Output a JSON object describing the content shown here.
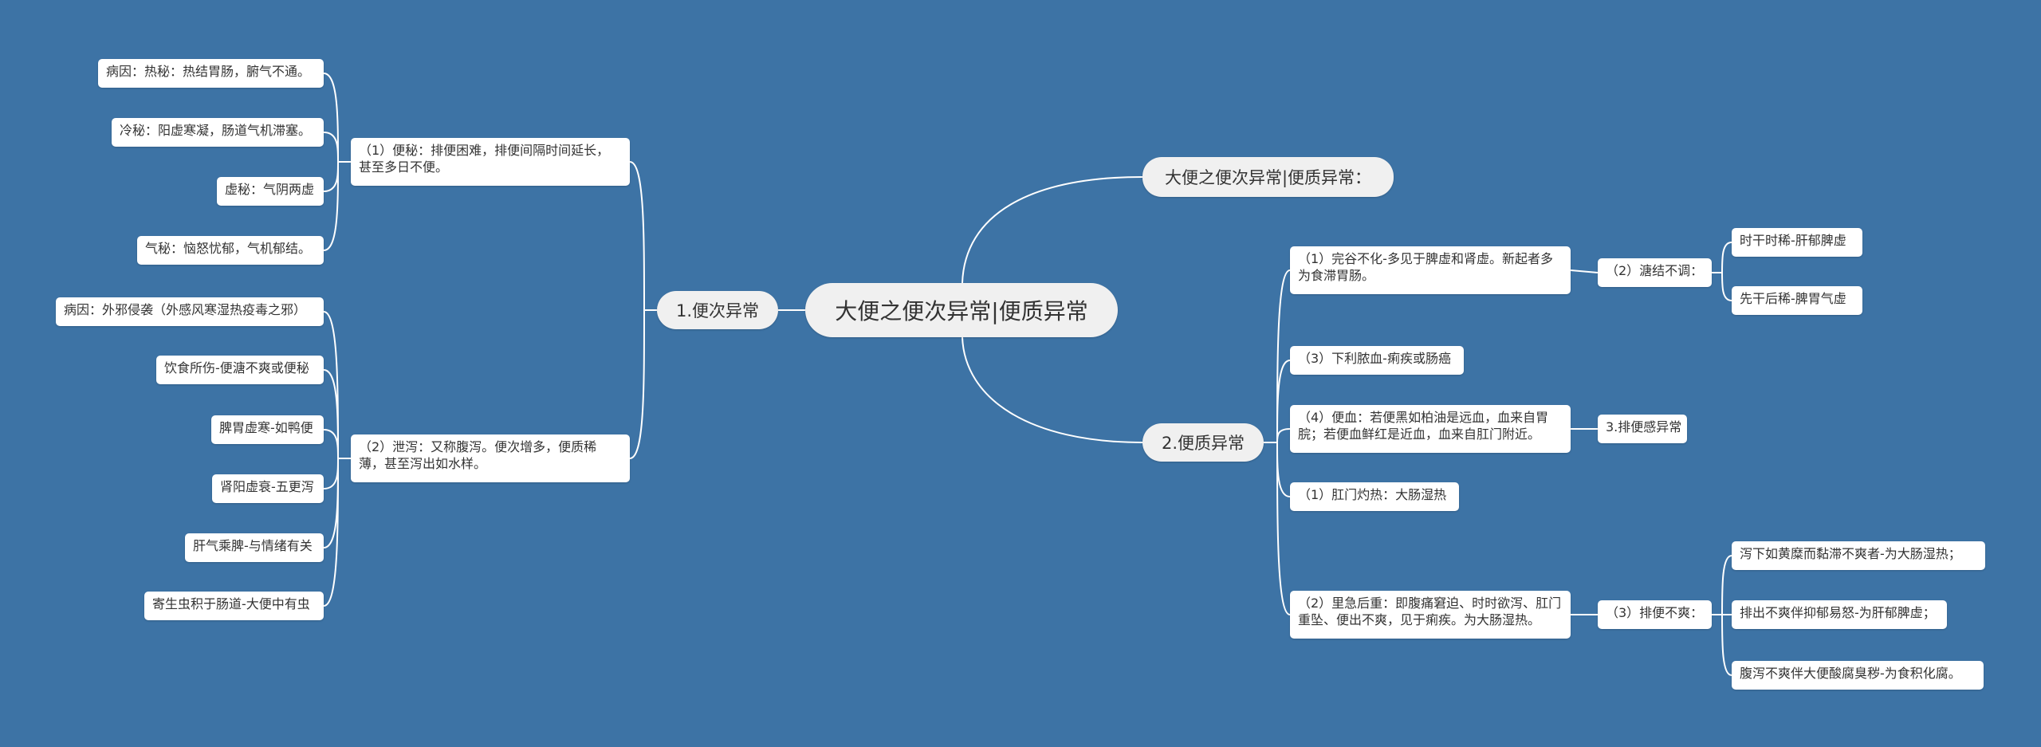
{
  "colors": {
    "background": "#3d73a5",
    "line": "#ffffff",
    "node": "#ffffff",
    "root": "#f0f0f0"
  },
  "root": "大便之便次异常|便质异常",
  "main_title": "大便之便次异常|便质异常：",
  "left": {
    "label": "1.便次异常",
    "constipation": {
      "label": "（1）便秘：排便困难，排便间隔时间延长，甚至多日不便。",
      "items": [
        "病因：热秘：热结胃肠，腑气不通。",
        "冷秘：阳虚寒凝，肠道气机滞塞。",
        "虚秘：气阴两虚",
        "气秘：恼怒忧郁，气机郁结。"
      ]
    },
    "diarrhea": {
      "label": "（2）泄泻：又称腹泻。便次增多，便质稀薄，甚至泻出如水样。",
      "items": [
        "病因：外邪侵袭（外感风寒湿热疫毒之邪）",
        "饮食所伤-便溏不爽或便秘",
        "脾胃虚寒-如鸭便",
        "肾阳虚衰-五更泻",
        "肝气乘脾-与情绪有关",
        "寄生虫积于肠道-大便中有虫"
      ]
    }
  },
  "right": {
    "label": "2.便质异常",
    "items": [
      {
        "label": "（1）完谷不化-多见于脾虚和肾虚。新起者多为食滞胃肠。",
        "child": "（2）溏结不调：",
        "leaves": [
          "时干时稀-肝郁脾虚",
          "先干后稀-脾胃气虚"
        ]
      },
      {
        "label": "（3）下利脓血-痢疾或肠癌"
      },
      {
        "label": "（4）便血：若便黑如柏油是远血，血来自胃脘；若便血鲜红是近血，血来自肛门附近。",
        "child": "3.排便感异常"
      },
      {
        "label": "（1）肛门灼热：大肠湿热"
      },
      {
        "label": "（2）里急后重：即腹痛窘迫、时时欲泻、肛门重坠、便出不爽，见于痢疾。为大肠湿热。",
        "child": "（3）排便不爽：",
        "leaves": [
          "泻下如黄糜而黏滞不爽者-为大肠湿热；",
          "排出不爽伴抑郁易怒-为肝郁脾虚；",
          "腹泻不爽伴大便酸腐臭秽-为食积化腐。"
        ]
      }
    ]
  }
}
